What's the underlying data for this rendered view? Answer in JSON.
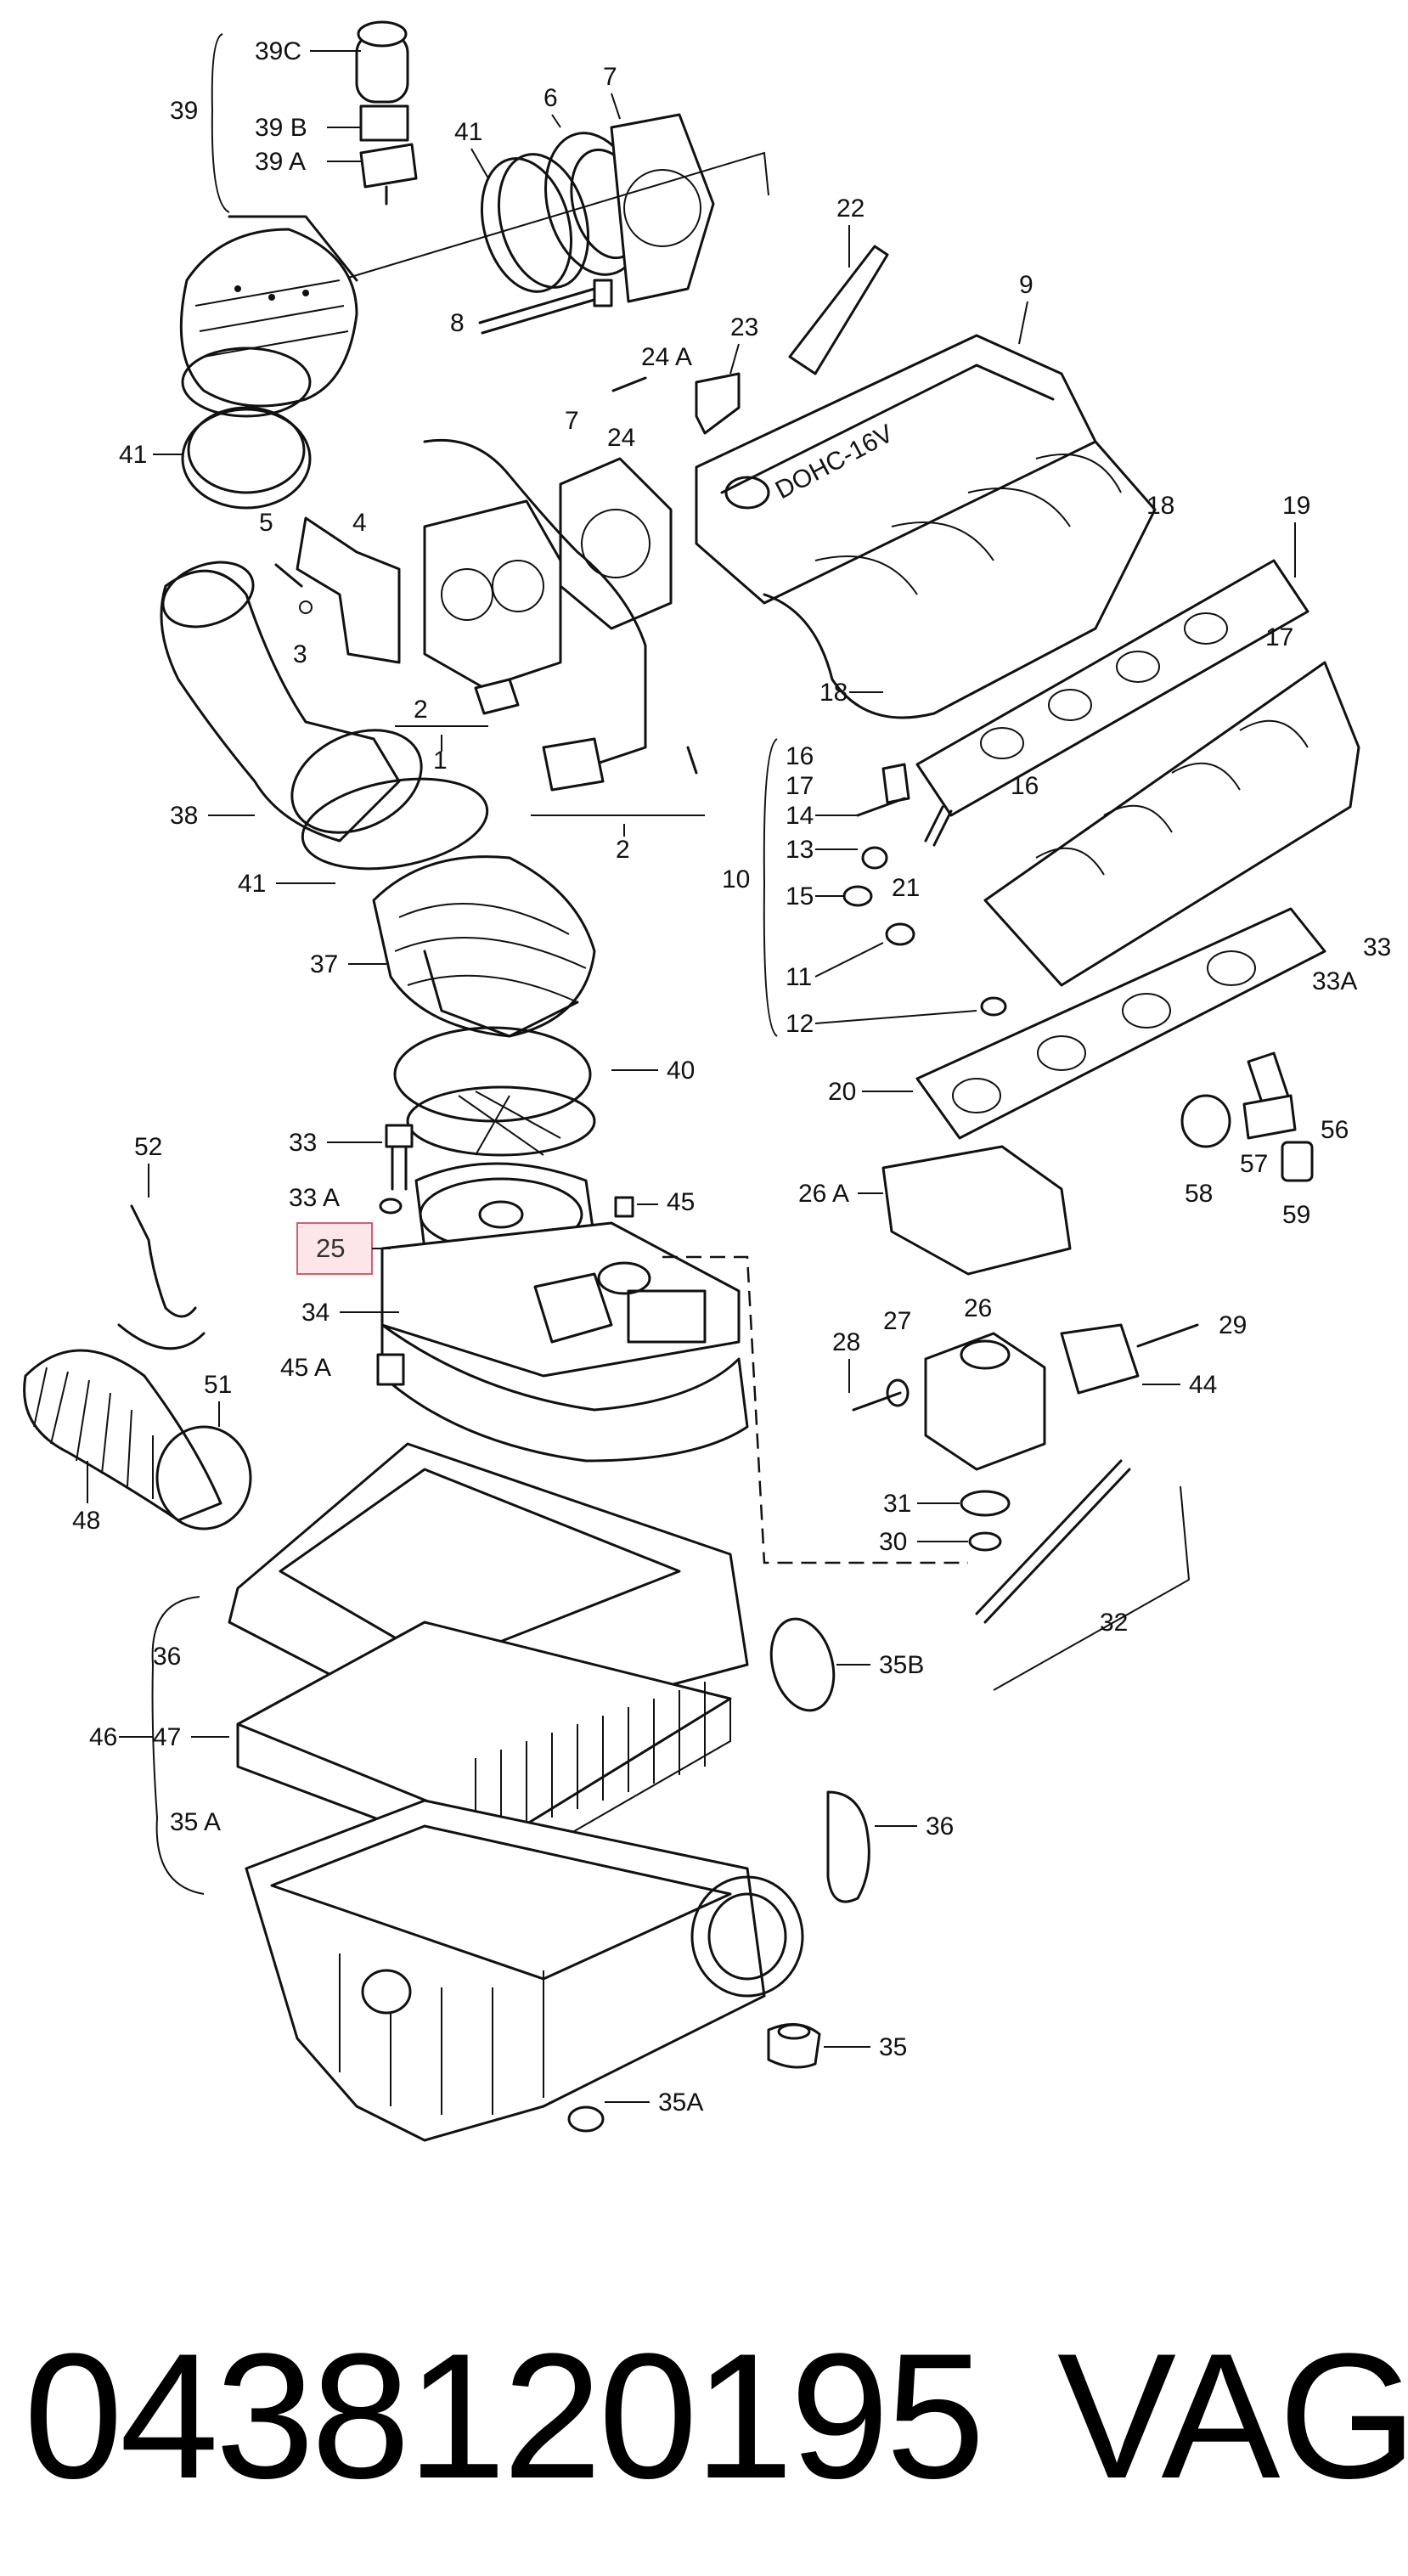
{
  "diagram": {
    "highlight_callout": "25",
    "engine_cover_text": "DOHC-16V",
    "callouts": [
      "39C",
      "39 B",
      "39 A",
      "39",
      "6",
      "7",
      "41",
      "8",
      "22",
      "9",
      "24 A",
      "23",
      "24",
      "7",
      "41",
      "5",
      "4",
      "3",
      "2",
      "1",
      "18",
      "19",
      "18",
      "16",
      "17",
      "14",
      "16",
      "13",
      "21",
      "15",
      "10",
      "11",
      "12",
      "17",
      "2",
      "38",
      "41",
      "37",
      "40",
      "33",
      "33 A",
      "45",
      "52",
      "25",
      "34",
      "45 A",
      "51",
      "48",
      "36",
      "47",
      "46",
      "35 A",
      "26 A",
      "28",
      "27",
      "26",
      "29",
      "44",
      "31",
      "30",
      "32",
      "33",
      "33A",
      "56",
      "57",
      "58",
      "59",
      "20",
      "35B",
      "36",
      "35",
      "35A"
    ]
  },
  "footer": {
    "part_number": "0438120195",
    "brand": "VAG"
  }
}
